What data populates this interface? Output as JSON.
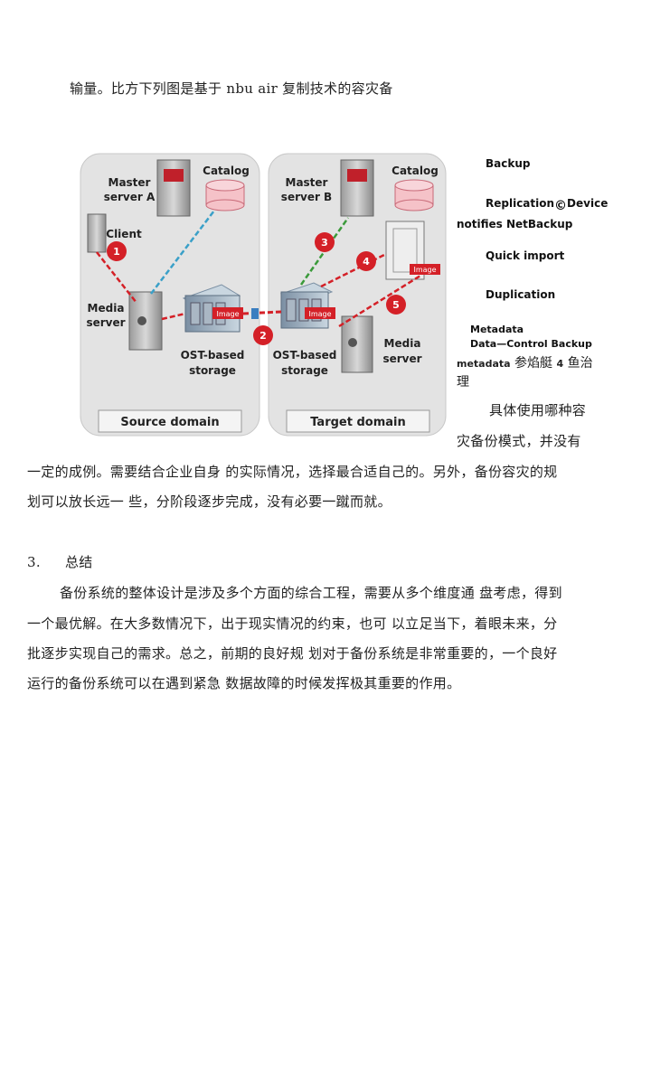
{
  "paragraphs": {
    "intro": "输量。比方下列图是基于 nbu air 复制技术的容灾备",
    "side_a": "具体使用哪种容",
    "side_b": "灾备份模式，并没有",
    "cont_1": "一定的成例。需要结合企业自身 的实际情况，选择最合适自己的。另外，备份容灾的规",
    "cont_2": "划可以放长远一 些，分阶段逐步完成，没有必要一蹴而就。"
  },
  "section": {
    "number": "3.",
    "title": "总结",
    "lines": [
      "备份系统的整体设计是涉及多个方面的综合工程，需要从多个维度通 盘考虑，得到",
      "一个最优解。在大多数情况下，出于现实情况的约束，也可 以立足当下，着眼未来，分",
      "批逐步实现自己的需求。总之，前期的良好规 划对于备份系统是非常重要的，一个良好",
      "运行的备份系统可以在遇到紧急 数据故障的时候发挥极其重要的作用。"
    ]
  },
  "legend": {
    "backup": "Backup",
    "replication": "Replication",
    "device": "Device",
    "copyright_glyph": "©",
    "notifies": "notifies NetBackup",
    "quick_import": "Quick import",
    "duplication": "Duplication",
    "metadata": "Metadata",
    "data_control": "Data—Control Backup",
    "metadata_lower": "metadata",
    "garbled_1": "参焰艇",
    "garbled_num": "4",
    "garbled_2": "鱼治",
    "garbled_3": "理"
  },
  "diagram": {
    "source": {
      "master_l1": "Master",
      "master_l2": "server A",
      "catalog": "Catalog",
      "client": "Client",
      "media_l1": "Media",
      "media_l2": "server",
      "ost_l1": "OST-based",
      "ost_l2": "storage",
      "domain": "Source domain"
    },
    "target": {
      "master_l1": "Master",
      "master_l2": "server B",
      "catalog": "Catalog",
      "media_l1": "Media",
      "media_l2": "server",
      "ost_l1": "OST-based",
      "ost_l2": "storage",
      "domain": "Target domain"
    },
    "image_tag": "Image",
    "steps": [
      "1",
      "2",
      "3",
      "4",
      "5"
    ],
    "colors": {
      "red": "#d42027",
      "blue": "#3aa0c8",
      "green": "#3a9a3a",
      "panel": "#e3e3e3",
      "catalog": "#f5c2c8"
    }
  }
}
